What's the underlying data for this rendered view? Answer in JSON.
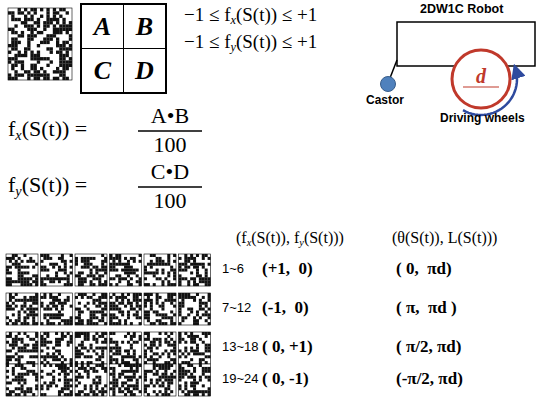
{
  "diagram": {
    "nodes": [
      {
        "text": [
          "A"
        ]
      },
      {
        "text": [
          "B"
        ]
      },
      {
        "text": [
          "C"
        ]
      },
      {
        "text": [
          "D"
        ]
      },
      {
        "text": [
          "d"
        ]
      }
    ],
    "labels": [
      "−1 ≤ fx(S(t)) ≤ +1",
      "−1 ≤ fy(S(t)) ≤ +1",
      "2DW1C Robot",
      "Castor",
      "Driving wheels",
      "fx(S(t)) =",
      "A•B",
      "100",
      "fy(S(t)) =",
      "C•D",
      "100",
      "(fx(S(t)), fy(S(t)))",
      "(θ(S(t)), L(S(t)))",
      "1~6",
      "(+1,  0)",
      "( 0,  πd)",
      "7~12",
      "(-1,  0)",
      "( π,  πd )",
      "13~18",
      "( 0, +1)",
      "( π/2, πd)",
      "19~24",
      "( 0, -1)",
      "(-π/2, πd)"
    ]
  }
}
